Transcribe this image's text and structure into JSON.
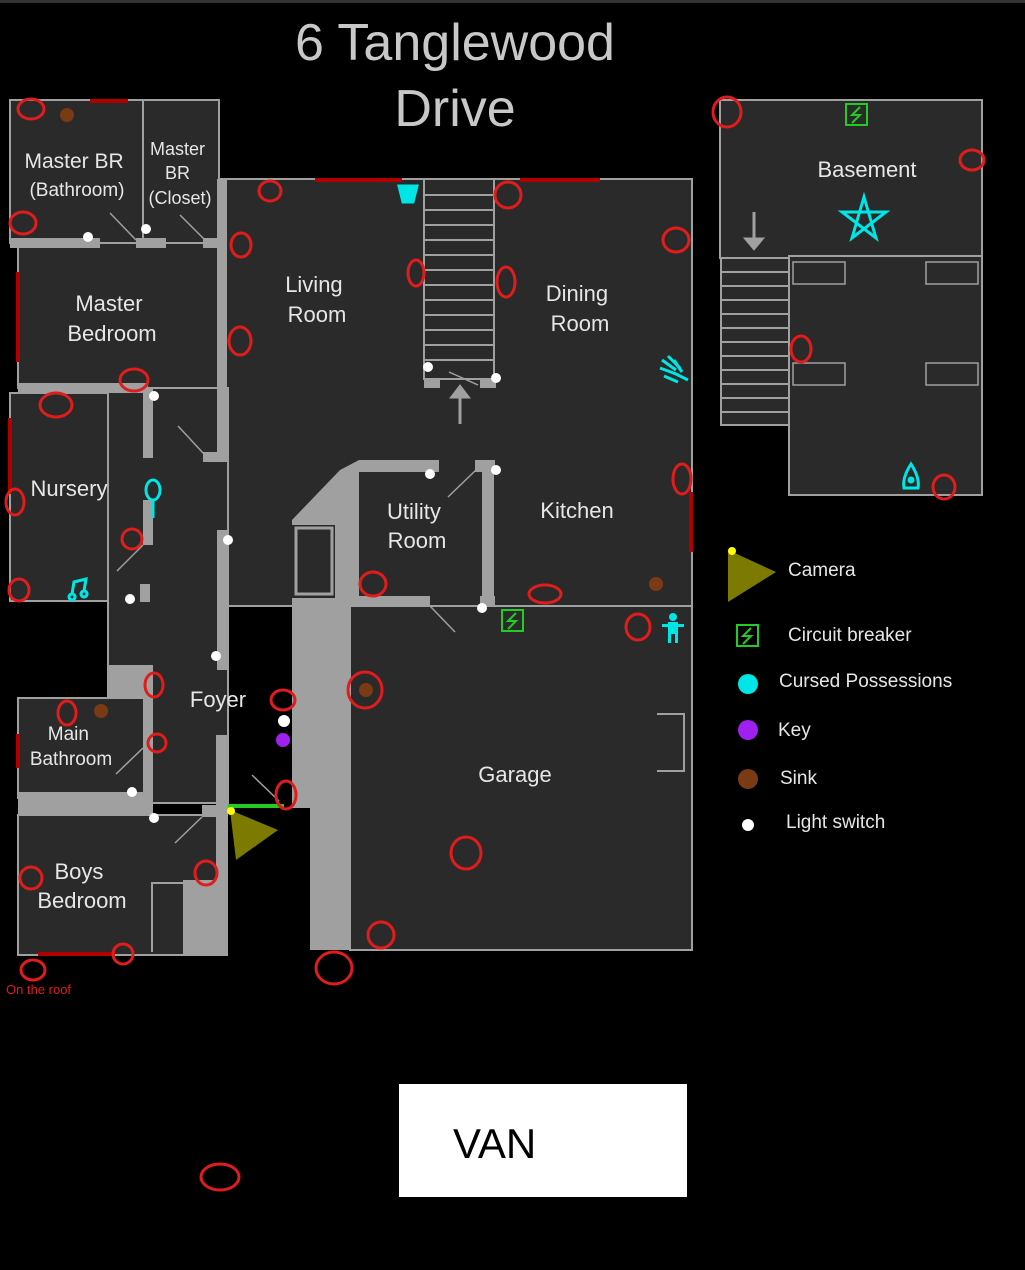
{
  "map": {
    "title_line1": "6 Tanglewood",
    "title_line2": "Drive",
    "rooms": {
      "master_bathroom": [
        "Master BR",
        "(Bathroom)"
      ],
      "master_closet": [
        "Master",
        "BR",
        "(Closet)"
      ],
      "master_bedroom": [
        "Master",
        "Bedroom"
      ],
      "living_room": [
        "Living",
        "Room"
      ],
      "dining_room": [
        "Dining",
        "Room"
      ],
      "basement": [
        "Basement"
      ],
      "nursery": [
        "Nursery"
      ],
      "utility_room": [
        "Utility",
        "Room"
      ],
      "kitchen": [
        "Kitchen"
      ],
      "foyer": [
        "Foyer"
      ],
      "main_bathroom": [
        "Main",
        "Bathroom"
      ],
      "garage": [
        "Garage"
      ],
      "boys_bedroom": [
        "Boys",
        "Bedroom"
      ]
    },
    "roof_note": "On the roof",
    "van_label": "VAN"
  },
  "legend": [
    {
      "label": "Camera",
      "icon": "camera-icon",
      "color": "#7d7a00"
    },
    {
      "label": "Circuit breaker",
      "icon": "circuit-breaker-icon",
      "color": "#22cc22"
    },
    {
      "label": "Cursed Possessions",
      "icon": "cursed-possession-dot",
      "color": "#00e5e5"
    },
    {
      "label": "Key",
      "icon": "key-dot",
      "color": "#a020f0"
    },
    {
      "label": "Sink",
      "icon": "sink-dot",
      "color": "#7a3a14"
    },
    {
      "label": "Light switch",
      "icon": "light-switch-dot",
      "color": "#ffffff"
    }
  ],
  "colors": {
    "room_fill": "#2a2a2a",
    "wall": "#a0a0a0",
    "window": "#b00000",
    "hiding_spot": "#e01c1c",
    "cursed": "#00e5e5",
    "breaker": "#22cc22"
  }
}
